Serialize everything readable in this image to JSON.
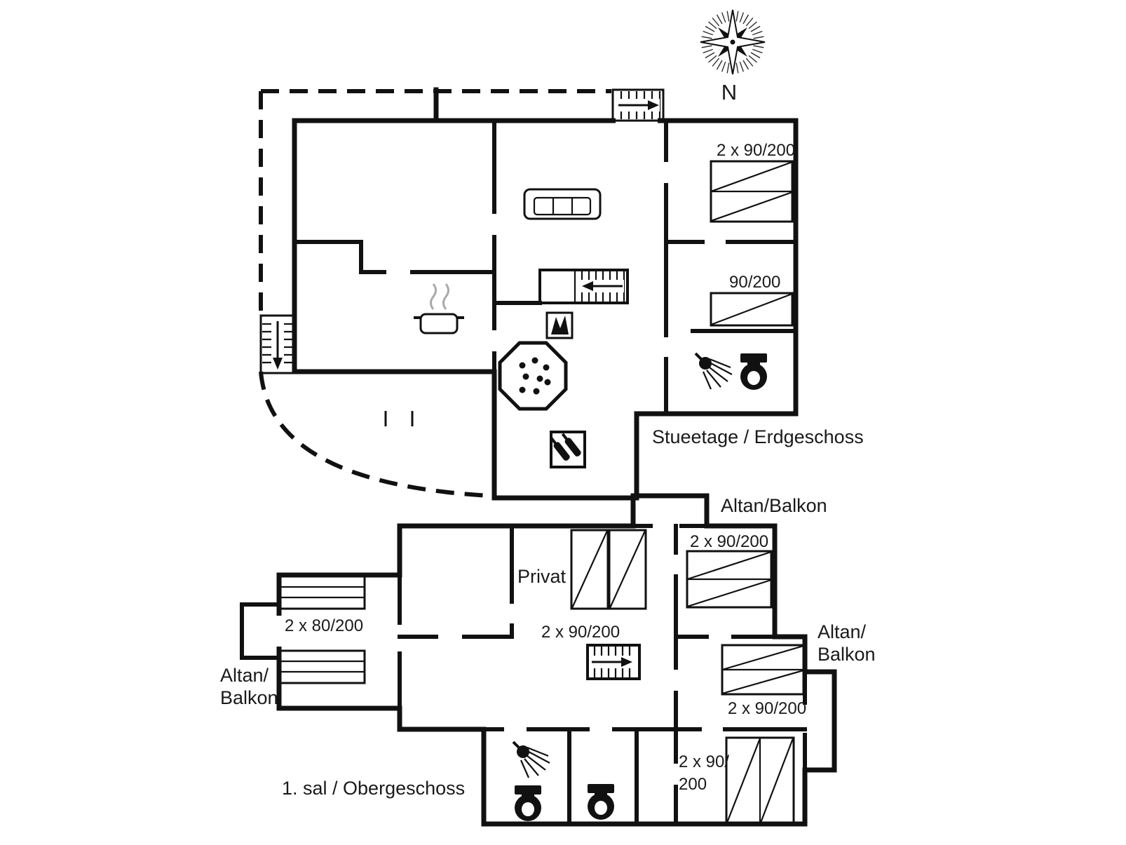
{
  "compass": {
    "north_label": "N"
  },
  "ground": {
    "caption": "Stueetage / Erdgeschoss",
    "labels": {
      "bed_double": "2 x 90/200",
      "bed_single": "90/200"
    },
    "icons": [
      "entrance-stairs-icon",
      "sofa-icon",
      "double-bed-icon",
      "single-bed-icon",
      "interior-stairs-icon",
      "fireplace-icon",
      "cooking-pot-icon",
      "whirlpool-icon",
      "bottle-rack-icon",
      "shower-icon",
      "toilet-icon",
      "cellar-stairs-icon"
    ]
  },
  "upper": {
    "caption": "1. sal / Obergeschoss",
    "labels": {
      "balcony_top": "Altan/Balkon",
      "bed_ne": "2 x 90/200",
      "privat": "Privat",
      "bed_bunk": "2 x 80/200",
      "bed_privat": "2 x 90/200",
      "balcony_right_l1": "Altan/",
      "balcony_right_l2": "Balkon",
      "bed_east": "2 x 90/200",
      "bed_se_l1": "2 x 90/",
      "bed_se_l2": "200",
      "balcony_left_l1": "Altan/",
      "balcony_left_l2": "Balkon"
    },
    "icons": [
      "bunk-bed-icon",
      "single-bed-icon",
      "double-bed-icon",
      "staircase-icon",
      "shower-icon",
      "toilet-icon"
    ]
  },
  "colors": {
    "wall": "#111111",
    "text": "#1a1a1a",
    "background": "#ffffff"
  }
}
